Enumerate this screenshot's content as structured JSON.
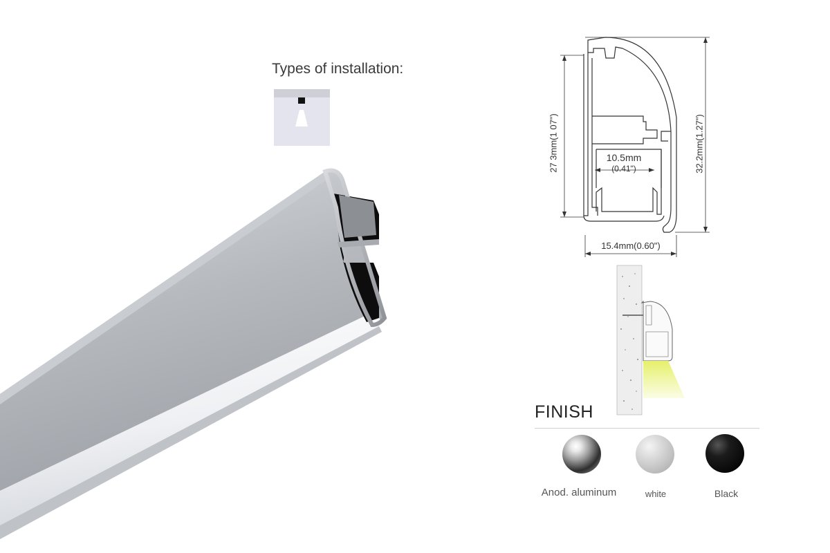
{
  "installation": {
    "title": "Types of installation:"
  },
  "profile": {
    "dim_height_outer": "32.2mm(1.27\")",
    "dim_height_inner": "27 3mm(1 07\")",
    "dim_width": "15.4mm(0.60\")",
    "dim_inner_width": "10.5mm",
    "dim_inner_width_in": "(0.41\")"
  },
  "finish": {
    "title": "FINISH",
    "options": [
      {
        "label": "Anod. aluminum",
        "color": "#9a9a9a"
      },
      {
        "label": "white",
        "color": "#c9c9c9"
      },
      {
        "label": "Black",
        "color": "#111111"
      }
    ]
  },
  "colors": {
    "aluminum": "#b5b8bd",
    "diffuser": "#f2f4f6",
    "light_beam": "#eef58a"
  }
}
